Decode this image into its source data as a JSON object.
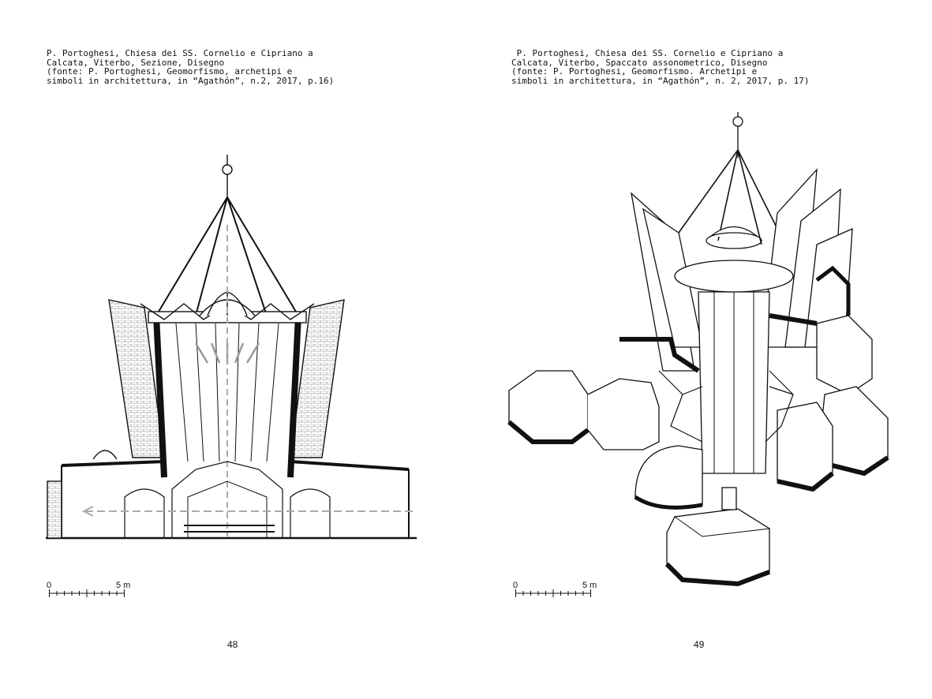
{
  "spread": {
    "left": {
      "caption": "P. Portoghesi, Chiesa dei SS. Cornelio e Cipriano a\nCalcata, Viterbo, Sezione, Disegno\n(fonte: P. Portoghesi, Geomorfismo, archetipi e\nsimboli in architettura, in “Agathón”, n.2, 2017, p.16)",
      "scale_zero": "0",
      "scale_five": "5 m",
      "page_number": "48"
    },
    "right": {
      "caption": " P. Portoghesi, Chiesa dei SS. Cornelio e Cipriano a\nCalcata, Viterbo, Spaccato assonometrico, Disegno\n(fonte: P. Portoghesi, Geomorfismo. Archetipi e\nsimboli in architettura, in “Agathón”, n. 2, 2017, p. 17)",
      "scale_zero": "0",
      "scale_five": "5 m",
      "page_number": "49"
    }
  },
  "colors": {
    "ink": "#111111",
    "guide_dash": "#aaaaaa",
    "hatch": "#9a9a9a"
  },
  "icons": [
    "section-drawing-icon",
    "axonometric-drawing-icon",
    "scale-bar-icon"
  ]
}
